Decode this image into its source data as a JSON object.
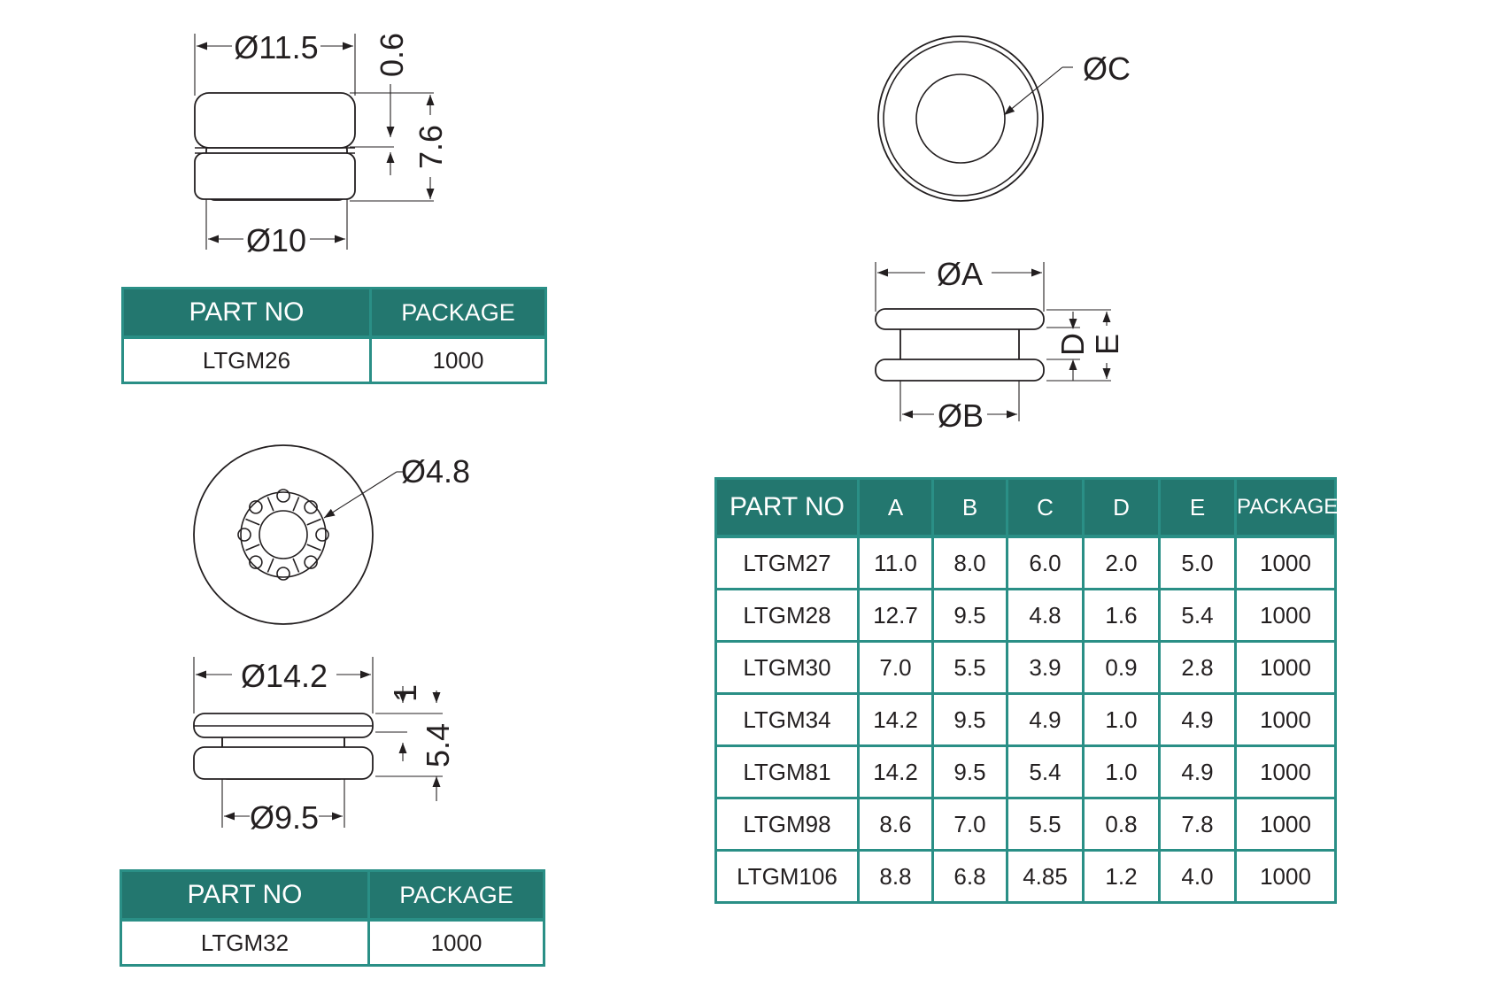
{
  "drawing_top_left": {
    "dim_outer": "Ø11.5",
    "dim_bottom": "Ø10",
    "dim_flange": "0.6",
    "dim_height": "7.6"
  },
  "table_top_left": {
    "headers": [
      "PART NO",
      "PACKAGE"
    ],
    "row": [
      "LTGM26",
      "1000"
    ]
  },
  "drawing_bottom_left": {
    "dim_hole": "Ø4.8",
    "dim_outer": "Ø14.2",
    "dim_bottom": "Ø9.5",
    "dim_flange": "1",
    "dim_height": "5.4"
  },
  "table_bottom_left": {
    "headers": [
      "PART NO",
      "PACKAGE"
    ],
    "row": [
      "LTGM32",
      "1000"
    ]
  },
  "drawing_right": {
    "dim_c": "ØC",
    "dim_a": "ØA",
    "dim_b": "ØB",
    "dim_d": "D",
    "dim_e": "E"
  },
  "table_right": {
    "headers": [
      "PART NO",
      "A",
      "B",
      "C",
      "D",
      "E",
      "PACKAGE"
    ],
    "rows": [
      [
        "LTGM27",
        "11.0",
        "8.0",
        "6.0",
        "2.0",
        "5.0",
        "1000"
      ],
      [
        "LTGM28",
        "12.7",
        "9.5",
        "4.8",
        "1.6",
        "5.4",
        "1000"
      ],
      [
        "LTGM30",
        "7.0",
        "5.5",
        "3.9",
        "0.9",
        "2.8",
        "1000"
      ],
      [
        "LTGM34",
        "14.2",
        "9.5",
        "4.9",
        "1.0",
        "4.9",
        "1000"
      ],
      [
        "LTGM81",
        "14.2",
        "9.5",
        "5.4",
        "1.0",
        "4.9",
        "1000"
      ],
      [
        "LTGM98",
        "8.6",
        "7.0",
        "5.5",
        "0.8",
        "7.8",
        "1000"
      ],
      [
        "LTGM106",
        "8.8",
        "6.8",
        "4.85",
        "1.2",
        "4.0",
        "1000"
      ]
    ]
  },
  "colors": {
    "header_fill": "#23776f",
    "border": "#2a8f86",
    "line": "#231f20"
  }
}
